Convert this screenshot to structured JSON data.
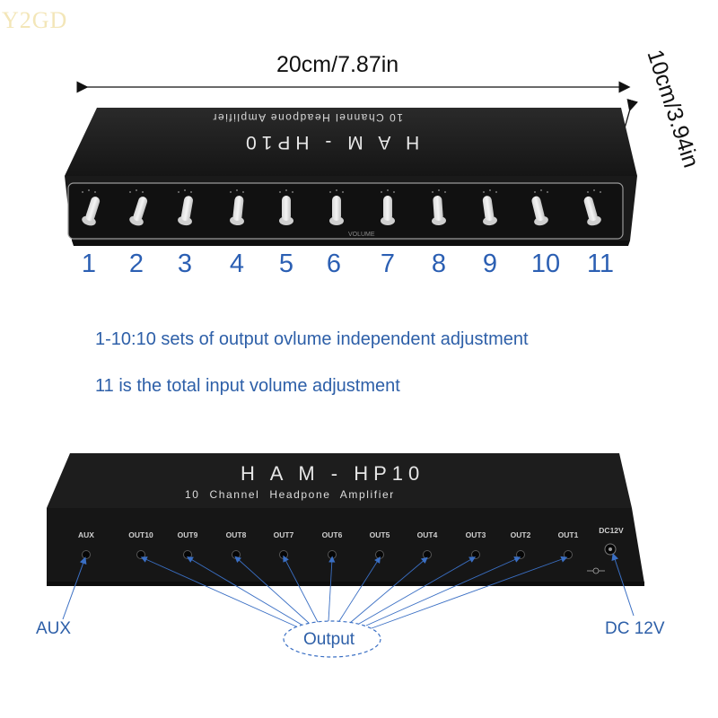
{
  "watermark": "Y2GD",
  "dimensions": {
    "width": "20cm/7.87in",
    "depth": "10cm/3.94in"
  },
  "front_panel": {
    "brand": "H A M - HP10",
    "subtitle": "10 Channel Headpone Amplifier",
    "volume_mark": "VOLUME",
    "knob_numbers": [
      "1",
      "2",
      "3",
      "4",
      "5",
      "6",
      "7",
      "8",
      "9",
      "10",
      "11"
    ]
  },
  "notes": {
    "line1": "1-10:10 sets of output ovlume independent adjustment",
    "line2": "11 is the total input volume adjustment"
  },
  "back_panel": {
    "brand": "H A M - HP10",
    "subtitle": "10 Channel Headpone Amplifier",
    "ports": [
      "AUX",
      "OUT10",
      "OUT9",
      "OUT8",
      "OUT7",
      "OUT6",
      "OUT5",
      "OUT4",
      "OUT3",
      "OUT2",
      "OUT1",
      "DC12V"
    ]
  },
  "callouts": {
    "aux": "AUX",
    "output": "Output",
    "dc": "DC 12V"
  },
  "colors": {
    "label_blue": "#2b5fb3",
    "device_black": "#1b1b1b",
    "arrow_blue": "#3a6fc4"
  },
  "icons": {
    "knob": "volume-knob-icon",
    "jack": "audio-jack-icon",
    "dc": "dc-power-jack-icon"
  }
}
